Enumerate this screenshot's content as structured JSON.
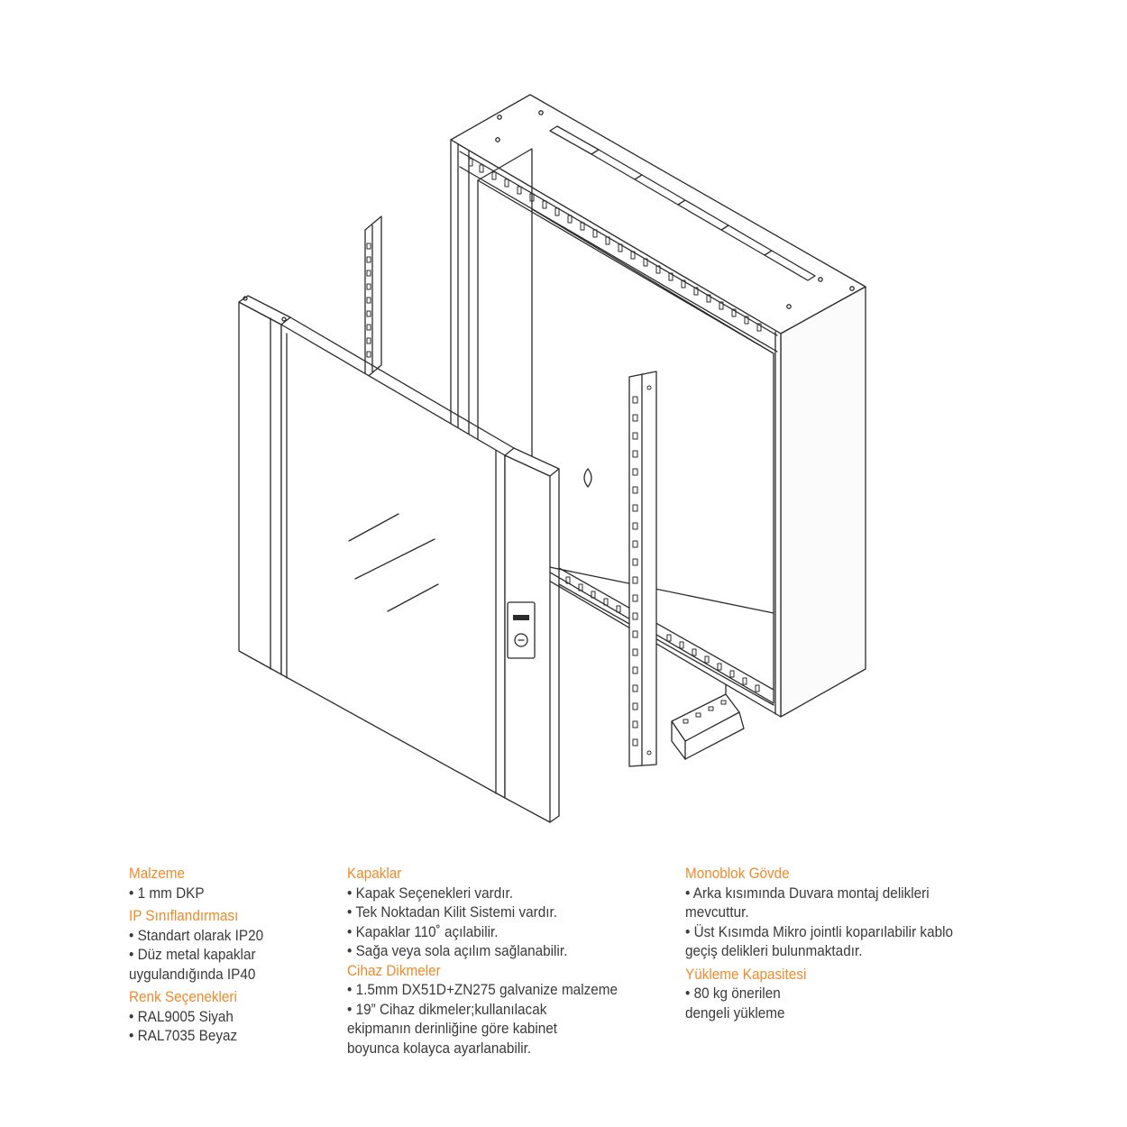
{
  "colors": {
    "heading": "#f08a2a",
    "text": "#3a3a3a",
    "stroke": "#2b2b2b"
  },
  "specs": {
    "col1": [
      {
        "heading": "Malzeme",
        "lines": [
          "• 1 mm DKP"
        ]
      },
      {
        "heading": "IP Sınıflandırması",
        "lines": [
          "• Standart olarak IP20",
          "• Düz metal kapaklar",
          "uygulandığında IP40"
        ]
      },
      {
        "heading": "Renk Seçenekleri",
        "lines": [
          "• RAL9005 Siyah",
          "• RAL7035 Beyaz"
        ]
      }
    ],
    "col2": [
      {
        "heading": "Kapaklar",
        "lines": [
          "• Kapak Seçenekleri vardır.",
          "• Tek Noktadan Kilit Sistemi vardır.",
          "• Kapaklar 110˚ açılabilir.",
          "• Sağa veya sola açılım sağlanabilir."
        ]
      },
      {
        "heading": "Cihaz Dikmeler",
        "lines": [
          "• 1.5mm DX51D+ZN275 galvanize malzeme",
          "• 19” Cihaz dikmeler;kullanılacak",
          "ekipmanın derinliğine göre kabinet",
          "boyunca kolayca ayarlanabilir."
        ]
      }
    ],
    "col3": [
      {
        "heading": "Monoblok Gövde",
        "lines": [
          "• Arka kısımında Duvara montaj delikleri",
          "mevcuttur.",
          "• Üst Kısımda Mikro jointli koparılabilir kablo",
          "geçiş delikleri bulunmaktadır."
        ]
      },
      {
        "heading": "Yükleme Kapasitesi",
        "lines": [
          "• 80 kg önerilen",
          "dengeli yükleme"
        ]
      }
    ]
  }
}
